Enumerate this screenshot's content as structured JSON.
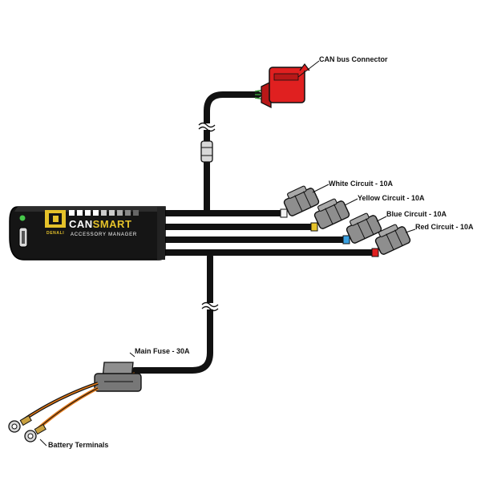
{
  "device": {
    "brand": "DENALI",
    "product_name_a": "CAN",
    "product_name_b": "SMART",
    "subtitle": "ACCESSORY MANAGER"
  },
  "labels": {
    "can_bus": "CAN bus Connector",
    "white": "White Circuit - 10A",
    "yellow": "Yellow Circuit - 10A",
    "blue": "Blue Circuit - 10A",
    "red": "Red Circuit - 10A",
    "main_fuse": "Main Fuse - 30A",
    "battery": "Battery Terminals"
  },
  "colors": {
    "accent": "#e5c22a",
    "can_connector": "#e02020",
    "cable": "#111111",
    "orange_wire": "#e07818",
    "led": "#46c84a"
  }
}
